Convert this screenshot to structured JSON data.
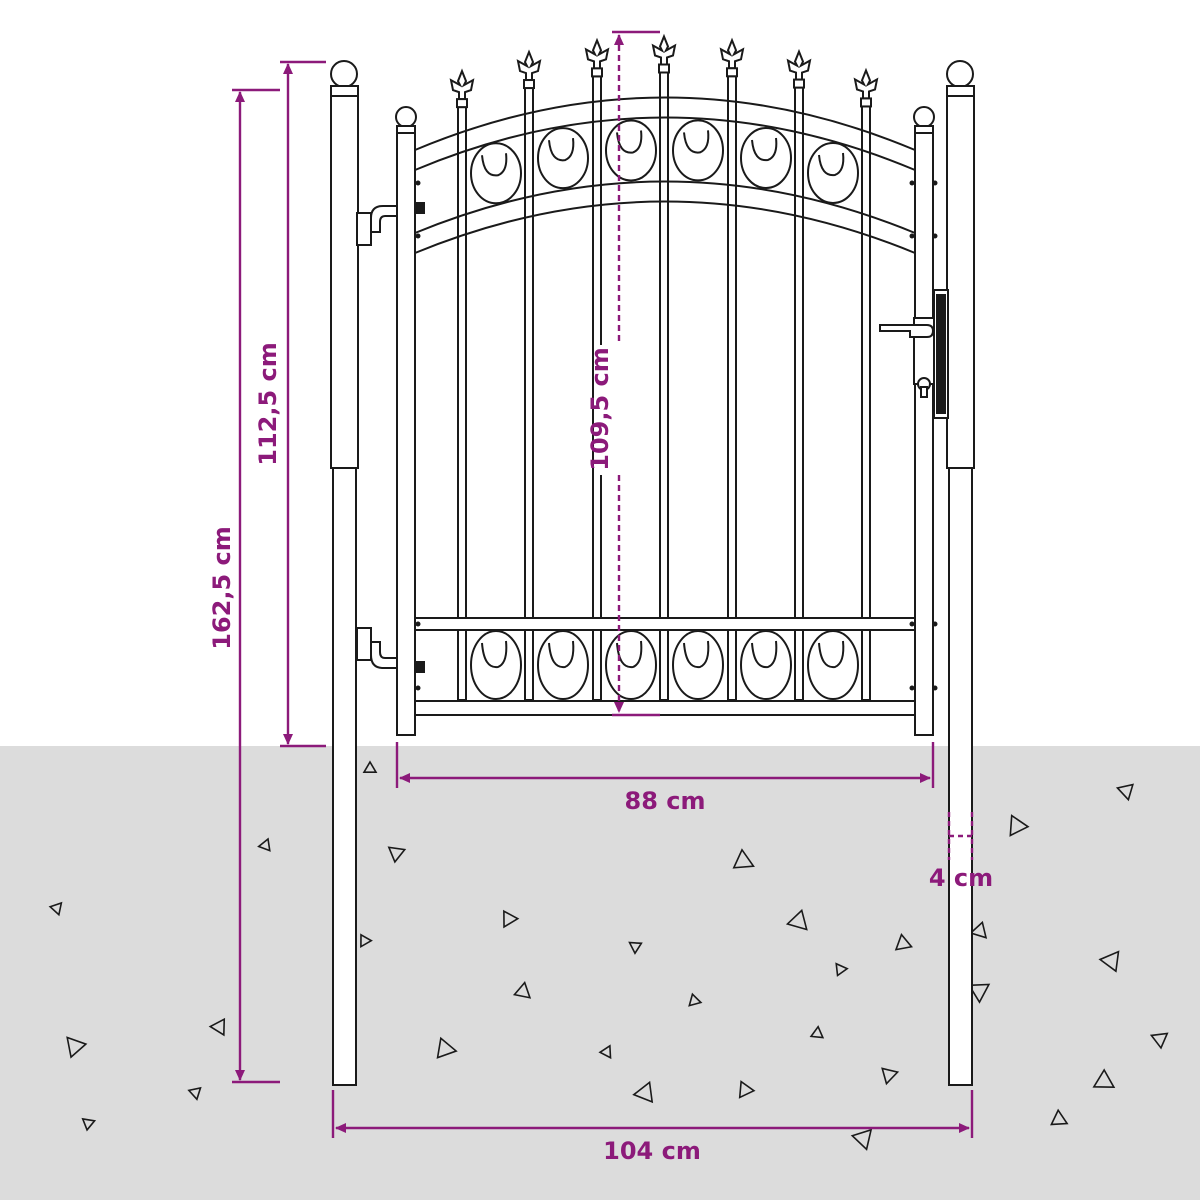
{
  "colors": {
    "accent": "#8c1a7a",
    "stroke": "#1a1a1a",
    "ground": "#dcdcdc",
    "background": "#ffffff"
  },
  "dimensions": {
    "total_height": "162,5 cm",
    "post_above_ground": "112,5 cm",
    "gate_height": "109,5 cm",
    "gate_width": "88 cm",
    "total_width": "104 cm",
    "post_width": "4 cm"
  }
}
